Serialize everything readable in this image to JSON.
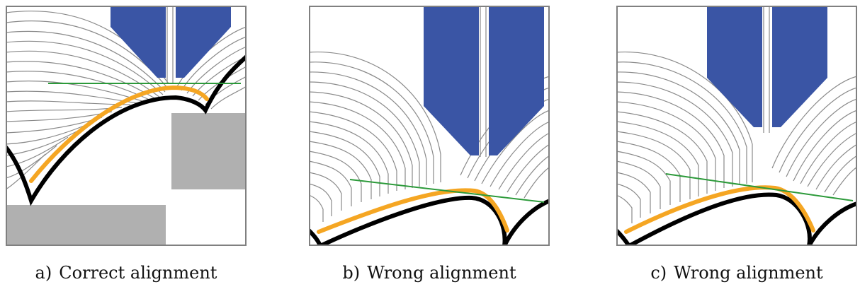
{
  "panels": [
    {
      "letter": "a)",
      "caption": "Correct alignment"
    },
    {
      "letter": "b)",
      "caption": "Wrong alignment"
    },
    {
      "letter": "c)",
      "caption": "Wrong alignment"
    }
  ],
  "colors": {
    "nozzle": "#3a55a5",
    "grain_lines": "#8a8a8a",
    "boundary": "#000000",
    "active_boundary": "#f5a623",
    "alignment_line": "#2c9a3a",
    "gray_block": "#b0b0b0",
    "frame": "#808080"
  }
}
